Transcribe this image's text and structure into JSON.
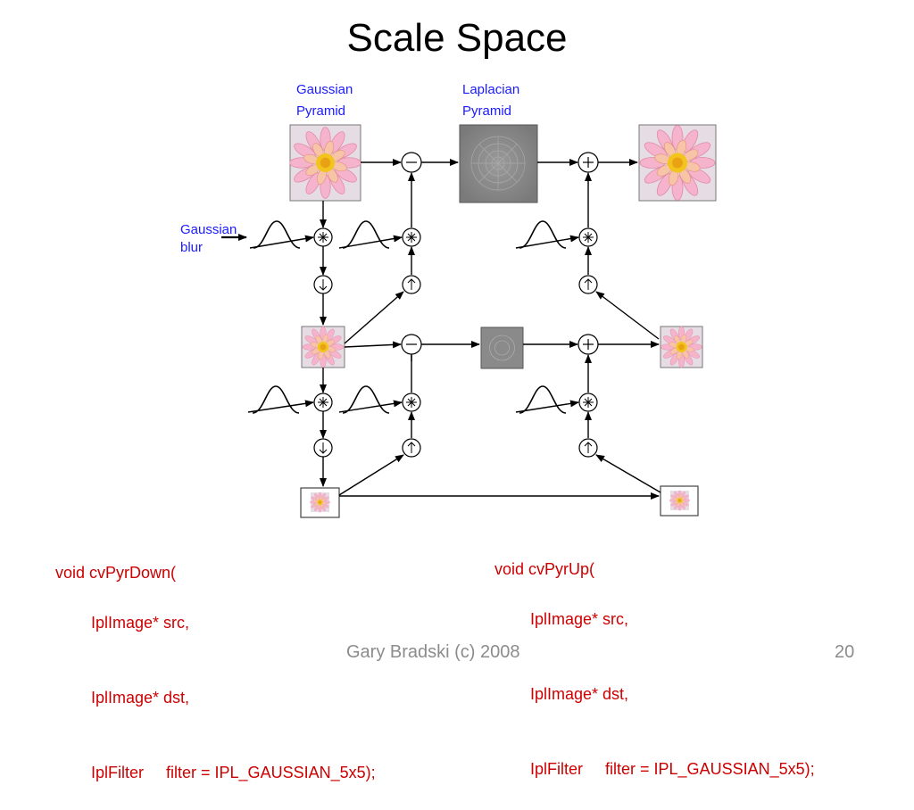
{
  "slide": {
    "title": "Scale Space",
    "footer_author": "Gary Bradski (c) 2008",
    "page_number": "20"
  },
  "diagram": {
    "gaussian_pyramid_label": [
      "Gaussian",
      "Pyramid"
    ],
    "laplacian_pyramid_label": [
      "Laplacian",
      "Pyramid"
    ],
    "gaussian_blur_label": [
      "Gaussian",
      "blur"
    ],
    "colors": {
      "label_blue": "#1a1aff",
      "code_red": "#cc0000",
      "footer_gray": "#8c8c8c",
      "laplacian_gray": "#808080"
    }
  },
  "code": {
    "down": {
      "line1": "void cvPyrDown(",
      "line2": "IplImage* src,",
      "line3": "IplImage* dst,",
      "line4": "IplFilter     filter = IPL_GAUSSIAN_5x5);"
    },
    "up": {
      "line1": "void cvPyrUp(",
      "line2": "IplImage* src,",
      "line3": "IplImage* dst,",
      "line4": "IplFilter     filter = IPL_GAUSSIAN_5x5);"
    }
  }
}
